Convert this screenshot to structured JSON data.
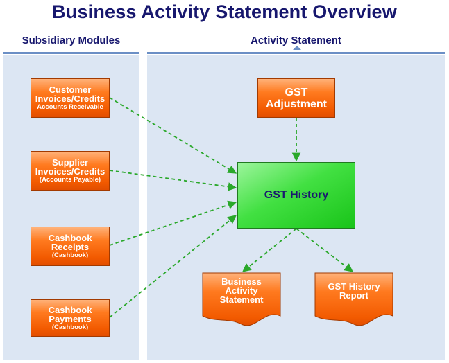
{
  "title": "Business Activity Statement Overview",
  "panels": {
    "left_header": "Subsidiary Modules",
    "right_header": "Activity Statement"
  },
  "modules": [
    {
      "line1": "Customer",
      "line2": "Invoices/Credits",
      "line3": "Accounts Receivable"
    },
    {
      "line1": "Supplier",
      "line2": "Invoices/Credits",
      "line3": "(Accounts Payable)"
    },
    {
      "line1": "Cashbook",
      "line2": "Receipts",
      "line3": "(Cashbook)"
    },
    {
      "line1": "Cashbook",
      "line2": "Payments",
      "line3": "(Cashbook)"
    }
  ],
  "gst_adjustment": {
    "line1": "GST",
    "line2": "Adjustment"
  },
  "gst_history": "GST History",
  "outputs": [
    {
      "line1": "Business",
      "line2": "Activity",
      "line3": "Statement"
    },
    {
      "line1": "GST History",
      "line2": "Report"
    }
  ],
  "colors": {
    "title": "#17176e",
    "panel_bg": "#dce6f3",
    "panel_rule": "#6b8fc5",
    "module_fill": "#f25a00",
    "history_fill": "#42e042",
    "arrow": "#2aa82a"
  }
}
